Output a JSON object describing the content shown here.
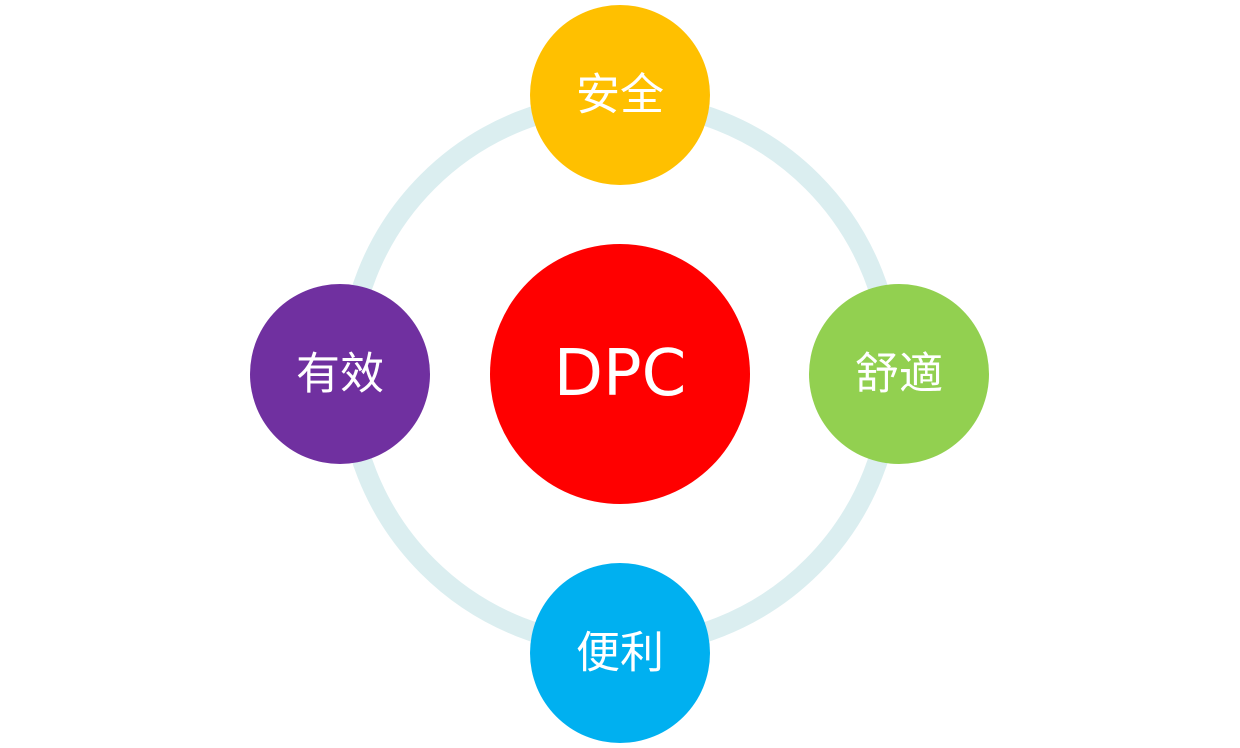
{
  "diagram": {
    "center": {
      "label": "DPC",
      "color": "#ff0000"
    },
    "nodes": [
      {
        "key": "top",
        "label": "安全",
        "color": "#ffc000"
      },
      {
        "key": "right",
        "label": "舒適",
        "color": "#92d050"
      },
      {
        "key": "bottom",
        "label": "便利",
        "color": "#00b0f0"
      },
      {
        "key": "left",
        "label": "有效",
        "color": "#7030a0"
      }
    ],
    "ring_color": "#dbeef0"
  }
}
